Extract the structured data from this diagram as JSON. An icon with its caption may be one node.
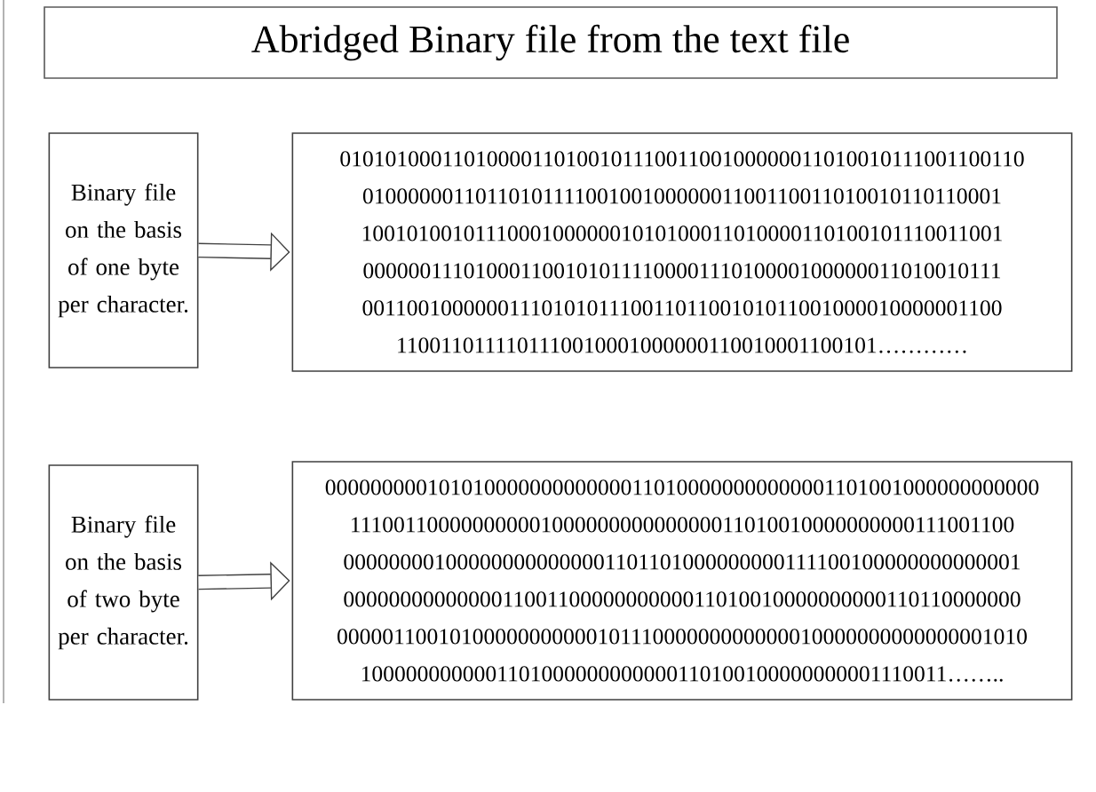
{
  "diagram": {
    "title": "Abridged Binary file from the text file",
    "nodes": [
      {
        "text": [
          "Binary file on the basis of one byte per character."
        ]
      },
      {
        "text": [
          "0101010001101000011010010111001100100000011010010111001100110 010000001101101011110010010000001100110011010010110110001 100101001011100010000001010100011010000110100101110011001 000000111010001100101011110000111010000100000011010010111 001100100000011101010111001101100101011001000010000001100 1100110111101110010001000000110010001100101…………"
        ]
      },
      {
        "text": [
          "Binary file on the basis of two byte per character."
        ]
      },
      {
        "text": [
          "000000000101010000000000000110100000000000001101001000000000000 11100110000000000100000000000000011010010000000000111001100 000000001000000000000001101101000000000111100100000000000001 000000000000001100110000000000011010010000000000110110000000 0000011001010000000000010111000000000000010000000000000001010 1000000000001101000000000000110100100000000001110011…….."
        ]
      }
    ],
    "edges": [
      {
        "from": 0,
        "to": 1,
        "arrow": "to"
      },
      {
        "from": 2,
        "to": 3,
        "arrow": "to"
      }
    ]
  }
}
